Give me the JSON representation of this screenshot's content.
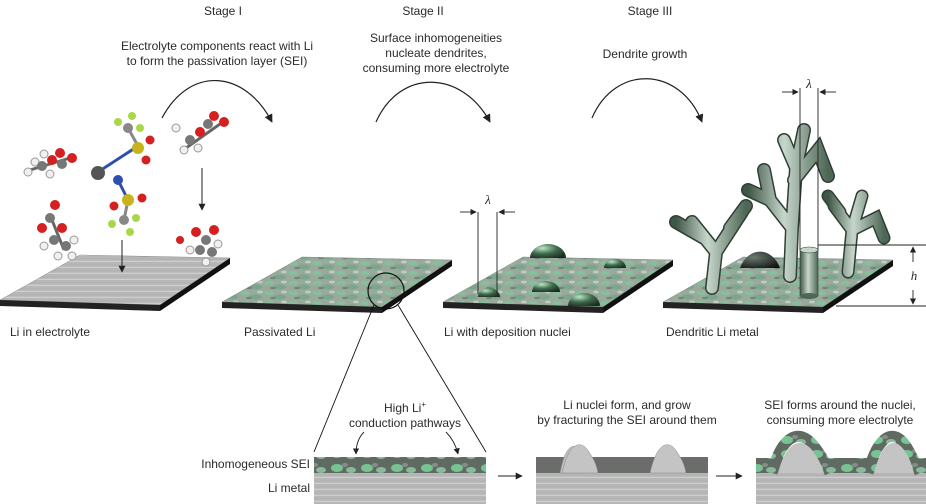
{
  "stages": [
    {
      "label": "Stage I",
      "caption": [
        "Electrolyte components react with Li",
        "to form the passivation layer (SEI)"
      ]
    },
    {
      "label": "Stage II",
      "caption": [
        "Surface inhomogeneities",
        "nucleate dendrites,",
        "consuming more electrolyte"
      ]
    },
    {
      "label": "Stage III",
      "caption": [
        "Dendrite growth"
      ]
    }
  ],
  "panels": [
    {
      "label": "Li in electrolyte"
    },
    {
      "label": "Passivated Li"
    },
    {
      "label": "Li with deposition nuclei"
    },
    {
      "label": "Dendritic Li metal"
    }
  ],
  "symbols": {
    "lambda": "λ",
    "height": "h"
  },
  "bottom": {
    "high_li": "High Li",
    "high_li_sup": "+",
    "high_li_line2": "conduction pathways",
    "inhomogeneous_sei": "Inhomogeneous SEI",
    "li_metal": "Li metal",
    "nuclei_caption": [
      "Li nuclei form, and grow",
      "by fracturing the SEI around them"
    ],
    "sei_caption": [
      "SEI forms around the nuclei,",
      "consuming more electrolyte"
    ]
  },
  "colors": {
    "metal": "#b9b9b9",
    "sei": "#8fb89a",
    "sei_dark": "#4f7f5f",
    "carbon": "#777777",
    "oxygen": "#d42020",
    "hydrogen": "#f0f0f0",
    "sulfur": "#c8b21e",
    "fluorine": "#a8d84a",
    "nitrogen": "#2f4fb0",
    "lithium": "#555555"
  }
}
